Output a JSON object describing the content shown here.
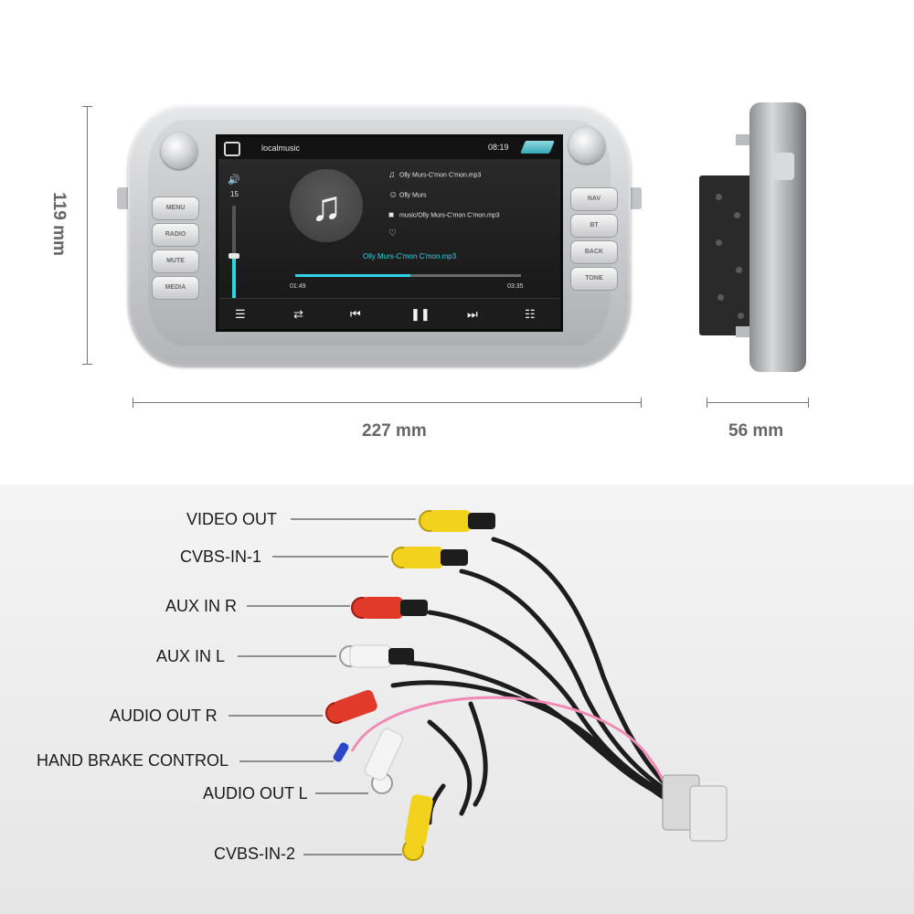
{
  "dimensions": {
    "height": "119 mm",
    "width": "227 mm",
    "depth": "56 mm"
  },
  "unit": {
    "left_buttons": [
      "MENU",
      "RADIO",
      "MUTE",
      "MEDIA"
    ],
    "right_buttons": [
      "NAV",
      "BT",
      "BACK",
      "TONE"
    ]
  },
  "screen": {
    "app_title": "localmusic",
    "clock": "08:19",
    "volume": "15",
    "volume_level": 0.5,
    "track_file": "Olly Murs-C'mon C'mon.mp3",
    "artist": "Olly Murs",
    "path": "music/Olly Murs-C'mon C'mon.mp3",
    "now_playing": "Olly Murs-C'mon C'mon.mp3",
    "elapsed": "01:49",
    "total": "03:35",
    "progress": 0.51,
    "icons": [
      "home-icon",
      "back-icon",
      "volume-icon",
      "music-note-icon",
      "person-icon",
      "folder-icon",
      "heart-icon",
      "list-icon",
      "shuffle-icon",
      "previous-icon",
      "pause-icon",
      "next-icon",
      "equalizer-icon"
    ]
  },
  "cable_labels": [
    "VIDEO OUT",
    "CVBS-IN-1",
    "AUX IN R",
    "AUX IN L",
    "AUDIO OUT R",
    "HAND BRAKE CONTROL",
    "AUDIO OUT L",
    "CVBS-IN-2"
  ],
  "connector_colors": {
    "yellow": "#f2d21c",
    "red": "#e13a2a",
    "white": "#f4f4f4",
    "blue": "#2b47c8",
    "pink": "#f08bb5"
  }
}
